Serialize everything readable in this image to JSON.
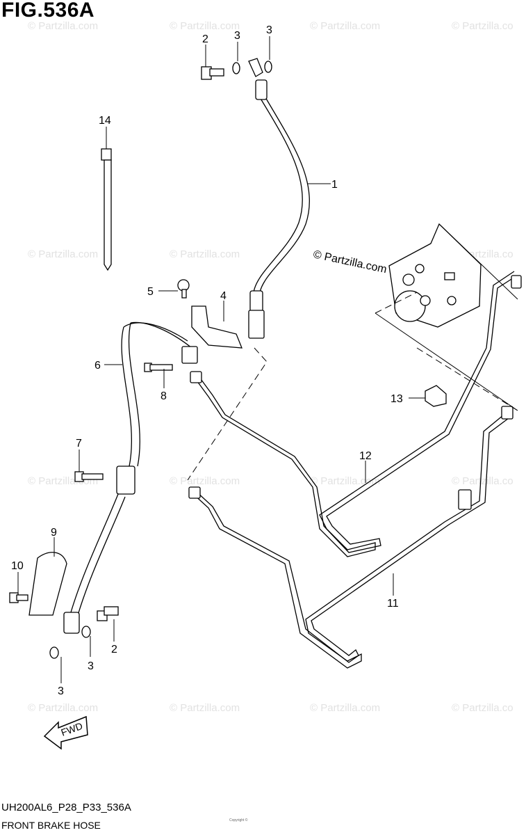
{
  "figure": {
    "title": "FIG.536A",
    "code": "UH200AL6_P28_P33_536A",
    "name": "FRONT BRAKE HOSE",
    "copyright": "© Partzilla.com",
    "small_print": "Copyright ©"
  },
  "watermark": {
    "text": "© Partzilla.com",
    "partial_text": "© Partzilla.co"
  },
  "direction_arrow": {
    "label": "FWD"
  },
  "callouts": [
    {
      "id": "c1",
      "label": "1"
    },
    {
      "id": "c2a",
      "label": "2"
    },
    {
      "id": "c2b",
      "label": "2"
    },
    {
      "id": "c3a",
      "label": "3"
    },
    {
      "id": "c3b",
      "label": "3"
    },
    {
      "id": "c3c",
      "label": "3"
    },
    {
      "id": "c3d",
      "label": "3"
    },
    {
      "id": "c4",
      "label": "4"
    },
    {
      "id": "c5",
      "label": "5"
    },
    {
      "id": "c6",
      "label": "6"
    },
    {
      "id": "c7",
      "label": "7"
    },
    {
      "id": "c8",
      "label": "8"
    },
    {
      "id": "c9",
      "label": "9"
    },
    {
      "id": "c10",
      "label": "10"
    },
    {
      "id": "c11",
      "label": "11"
    },
    {
      "id": "c12",
      "label": "12"
    },
    {
      "id": "c13",
      "label": "13"
    },
    {
      "id": "c14",
      "label": "14"
    }
  ]
}
